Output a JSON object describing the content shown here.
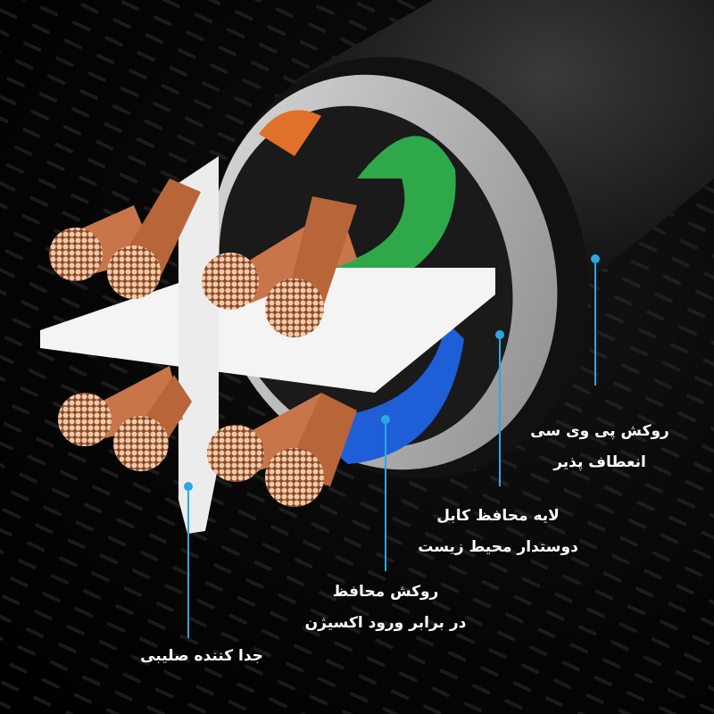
{
  "callouts": [
    {
      "line1": "روکش پی وی سی",
      "line2": "انعطاف پذیر"
    },
    {
      "line1": "لایه محافظ کابل",
      "line2": "دوستدار محیط زیست"
    },
    {
      "line1": "روکش محافظ",
      "line2": "در برابر ورود اکسیژن"
    },
    {
      "line1": "جدا کننده صلیبی"
    }
  ],
  "colors": {
    "accent": "#29a8e8",
    "copper": "#c8754a",
    "green": "#2fa84a",
    "blue": "#1e5fd8",
    "orange": "#e0702a",
    "shield": "#b9b9b9"
  }
}
